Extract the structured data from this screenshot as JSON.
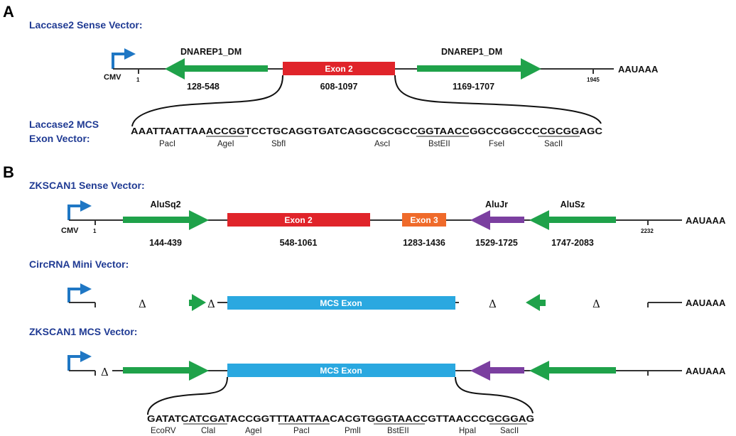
{
  "panel_a": {
    "letter": "A",
    "title": "Laccase2 Sense Vector:",
    "cmv": "CMV",
    "tick_start": "1",
    "tick_end": "1945",
    "polya": "AAUAAA",
    "repeat_left": {
      "label": "DNAREP1_DM",
      "range": "128-548"
    },
    "exon2": {
      "label": "Exon 2",
      "range": "608-1097"
    },
    "repeat_right": {
      "label": "DNAREP1_DM",
      "range": "1169-1707"
    },
    "mcs_title_1": "Laccase2 MCS",
    "mcs_title_2": "Exon Vector:",
    "sequence": "AAATTAATTAAACCGGTCCTGCAGGTGATCAGGCGCGCCGGTAACCGGCCGGCCCCGCGGAGC",
    "sites": [
      "PacI",
      "AgeI",
      "SbfI",
      "AscI",
      "BstEII",
      "FseI",
      "SacII"
    ]
  },
  "panel_b": {
    "letter": "B",
    "title": "ZKSCAN1 Sense Vector:",
    "cmv": "CMV",
    "tick_start": "1",
    "tick_end": "2232",
    "polya": "AAUAAA",
    "alusq2": {
      "label": "AluSq2",
      "range": "144-439"
    },
    "exon2": {
      "label": "Exon 2",
      "range": "548-1061"
    },
    "exon3": {
      "label": "Exon 3",
      "range": "1283-1436"
    },
    "alujr": {
      "label": "AluJr",
      "range": "1529-1725"
    },
    "alusz": {
      "label": "AluSz",
      "range": "1747-2083"
    },
    "mini_title": "CircRNA Mini Vector:",
    "mini_exon": "MCS Exon",
    "mini_polya": "AAUAAA",
    "delta": "Δ",
    "mcs_title": "ZKSCAN1 MCS Vector:",
    "mcs_exon": "MCS Exon",
    "mcs_polya": "AAUAAA",
    "sequence": "GATATCATCGATACCGGTTTAATTAACACGTGGGTAACCGTTAACCCGCGGAG",
    "sites": [
      "EcoRV",
      "ClaI",
      "AgeI",
      "PacI",
      "PmlI",
      "BstEII",
      "HpaI",
      "SacII"
    ]
  },
  "colors": {
    "title_blue": "#1f3a93",
    "promoter_blue": "#1f77c4",
    "repeat_green": "#1fa24a",
    "exon_red": "#e0242a",
    "exon3_orange": "#ef6a2a",
    "alujr_purple": "#7b3fa0",
    "mcs_cyan": "#2aa8e0"
  }
}
